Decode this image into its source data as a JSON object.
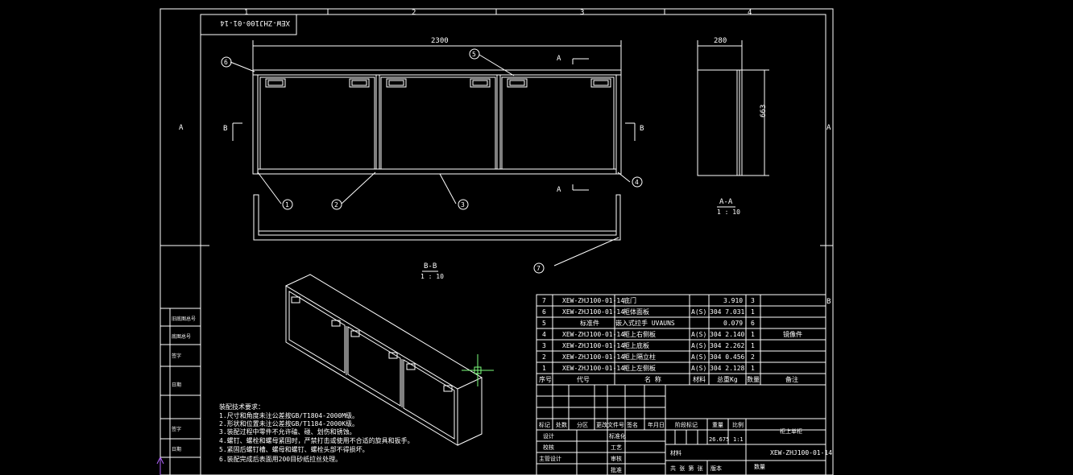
{
  "drawing": {
    "title_block_top": "XEW-ZHJ100-01-14",
    "zone_numbers": [
      "1",
      "2",
      "3",
      "4"
    ],
    "zone_letters": [
      "A",
      "B"
    ],
    "dim_width": "2300",
    "dim_depth": "280",
    "dim_height": "663",
    "section_a_label": "A",
    "section_b_label": "B",
    "section_aa": "A-A",
    "section_aa_scale": "1 : 10",
    "section_bb": "B-B",
    "section_bb_scale": "1 : 10",
    "balloons": [
      "1",
      "2",
      "3",
      "4",
      "5",
      "6",
      "7"
    ]
  },
  "tech_requirements": {
    "heading": "装配技术要求：",
    "lines": [
      "1.尺寸和角度未注公差按GB/T1804-2000M级。",
      "2.形状和位置未注公差按GB/T1184-2000K级。",
      "3.装配过程中零件不允许磕、碰、划伤和锈蚀。",
      "4.螺钉、螺栓和螺母紧固时，严禁打击或使用不合适的旋具和扳手。",
      "5.紧固后螺钉槽、螺母和螺钉、螺栓头部不得损坏。",
      "6.装配完成后表面用200目砂纸拉丝处理。"
    ]
  },
  "bom": {
    "rows": [
      {
        "no": "7",
        "code": "XEW-ZHJ100-01-14-",
        "name": "底门",
        "material": "",
        "weight": "3.910",
        "qty": "3",
        "note": ""
      },
      {
        "no": "6",
        "code": "XEW-ZHJ100-01-14-",
        "name": "柜体面板",
        "material": "A(S)",
        "weight": "304 7.031",
        "qty": "1",
        "note": ""
      },
      {
        "no": "5",
        "code": "标准件",
        "name": "嵌入式拉手 UVAUNS",
        "material": "",
        "weight": "0.079",
        "qty": "6",
        "note": ""
      },
      {
        "no": "4",
        "code": "XEW-ZHJ100-01-14-",
        "name": "柜上右侧板",
        "material": "A(S)",
        "weight": "304 2.140",
        "qty": "1",
        "note": "镜像件"
      },
      {
        "no": "3",
        "code": "XEW-ZHJ100-01-14-",
        "name": "柜上底板",
        "material": "A(S)",
        "weight": "304 2.262",
        "qty": "1",
        "note": ""
      },
      {
        "no": "2",
        "code": "XEW-ZHJ100-01-14-",
        "name": "柜上隔立柱",
        "material": "A(S)",
        "weight": "304 0.456",
        "qty": "2",
        "note": ""
      },
      {
        "no": "1",
        "code": "XEW-ZHJ100-01-14-",
        "name": "柜上左侧板",
        "material": "A(S)",
        "weight": "304 2.128",
        "qty": "1",
        "note": ""
      }
    ],
    "header": {
      "no": "序号",
      "code": "代号",
      "name": "名  称",
      "material": "材料",
      "weight": "总重Kg",
      "qty": "数量",
      "note": "备注"
    }
  },
  "title_block": {
    "mark": "标记",
    "count": "处数",
    "zone": "分区",
    "change_doc": "更改文件号",
    "signature": "签名",
    "date": "年月日",
    "design": "设计",
    "standardize": "标准化",
    "check": "校核",
    "process": "工艺",
    "chief_design": "主管设计",
    "review": "审核",
    "approve": "批准",
    "stage_mark": "阶段标记",
    "weight_label": "重量",
    "scale_label": "比例",
    "weight_value": "26.675",
    "scale_value": "1:1",
    "drawing_name": "柜上单柜",
    "drawing_no": "XEW-ZHJ100-01-14",
    "material_label": "材料",
    "sheets": "共 张  第 张",
    "version": "版本",
    "quantity_label": "数量"
  },
  "left_strip": [
    "旧底图总号",
    "底图总号",
    "签字",
    "日期",
    "签字",
    "日期"
  ]
}
